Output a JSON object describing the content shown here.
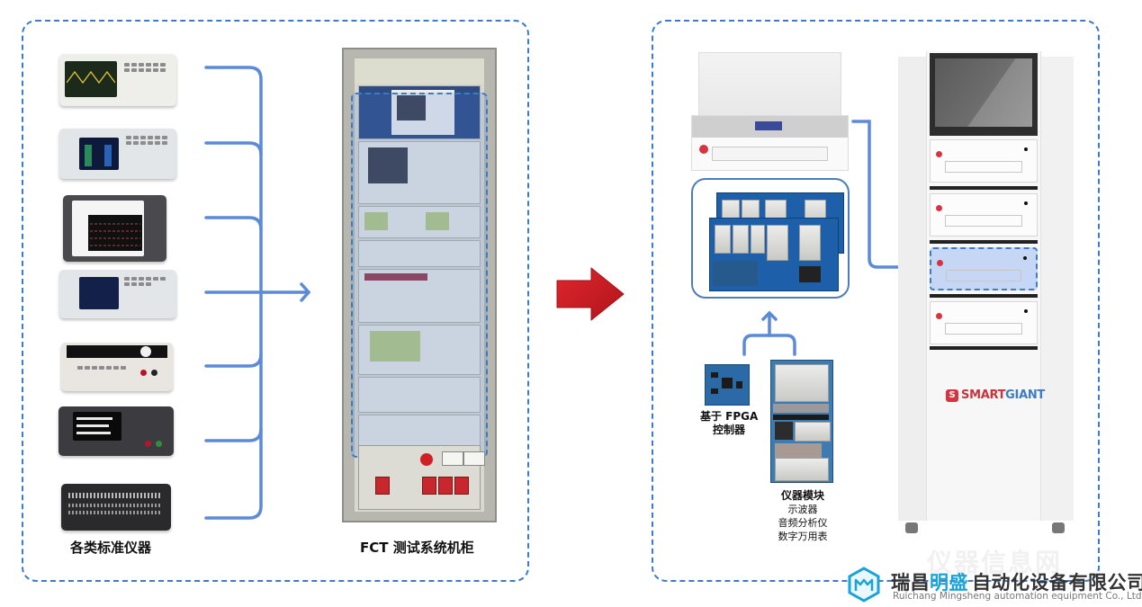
{
  "left_panel": {
    "instruments": [
      {
        "name": "oscilloscope"
      },
      {
        "name": "signal-analyzer"
      },
      {
        "name": "logic-analyzer"
      },
      {
        "name": "signal-generator"
      },
      {
        "name": "dc-power-supply"
      },
      {
        "name": "source-meter"
      },
      {
        "name": "audio-switch-matrix"
      }
    ],
    "instruments_caption": "各类标准仪器",
    "cabinet_caption": "FCT 测试系统机柜"
  },
  "transition": {
    "icon": "red-arrow-right-icon"
  },
  "right_panel": {
    "fpga_caption_line1": "基于 FPGA",
    "fpga_caption_line2": "控制器",
    "modules_title": "仪器模块",
    "modules_list": [
      "示波器",
      "音频分析仪",
      "数字万用表"
    ],
    "brand_icon": "S",
    "brand_smart": "SMART",
    "brand_giant": "GIANT"
  },
  "watermark": "仪器信息网",
  "footer": {
    "company_part1": "瑞昌",
    "company_highlight": "明盛",
    "company_part2": "自动化设备有限公司",
    "company_en": "Ruichang Mingsheng automation equipment Co., Ltd"
  },
  "colors": {
    "connector_blue": "#5b8ad8",
    "dashed_border": "#3d7cc4",
    "arrow_red": "#d21f26",
    "brand_red": "#c9333d",
    "brand_blue": "#3d7cc4",
    "company_highlight": "#1aa3d6"
  }
}
